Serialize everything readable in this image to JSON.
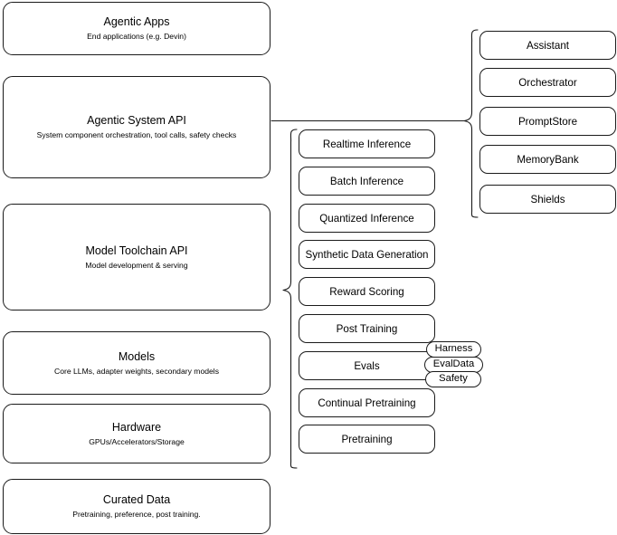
{
  "diagram": {
    "title": "AI stack layers with capability groupings",
    "line_color": "#1a1a1a",
    "background": "#ffffff"
  },
  "layers": [
    {
      "id": "agentic-apps",
      "title": "Agentic Apps",
      "subtitle": "End applications (e.g. Devin)"
    },
    {
      "id": "agentic-system-api",
      "title": "Agentic System API",
      "subtitle": "System component orchestration, tool calls, safety checks"
    },
    {
      "id": "model-toolchain-api",
      "title": "Model Toolchain API",
      "subtitle": "Model development & serving"
    },
    {
      "id": "models",
      "title": "Models",
      "subtitle": "Core LLMs, adapter weights, secondary models"
    },
    {
      "id": "hardware",
      "title": "Hardware",
      "subtitle": "GPUs/Accelerators/Storage"
    },
    {
      "id": "curated-data",
      "title": "Curated Data",
      "subtitle": "Pretraining, preference, post training."
    }
  ],
  "toolchain_capabilities": [
    {
      "id": "realtime-inference",
      "label": "Realtime Inference"
    },
    {
      "id": "batch-inference",
      "label": "Batch Inference"
    },
    {
      "id": "quantized-inference",
      "label": "Quantized Inference"
    },
    {
      "id": "synthetic-data-generation",
      "label": "Synthetic Data Generation"
    },
    {
      "id": "reward-scoring",
      "label": "Reward Scoring"
    },
    {
      "id": "post-training",
      "label": "Post Training"
    },
    {
      "id": "evals",
      "label": "Evals"
    },
    {
      "id": "continual-pretraining",
      "label": "Continual Pretraining"
    },
    {
      "id": "pretraining",
      "label": "Pretraining"
    }
  ],
  "eval_pills": [
    {
      "id": "harness",
      "label": "Harness"
    },
    {
      "id": "evaldata",
      "label": "EvalData"
    },
    {
      "id": "safety",
      "label": "Safety"
    }
  ],
  "system_components": [
    {
      "id": "assistant",
      "label": "Assistant"
    },
    {
      "id": "orchestrator",
      "label": "Orchestrator"
    },
    {
      "id": "promptstore",
      "label": "PromptStore"
    },
    {
      "id": "memorybank",
      "label": "MemoryBank"
    },
    {
      "id": "shields",
      "label": "Shields"
    }
  ]
}
